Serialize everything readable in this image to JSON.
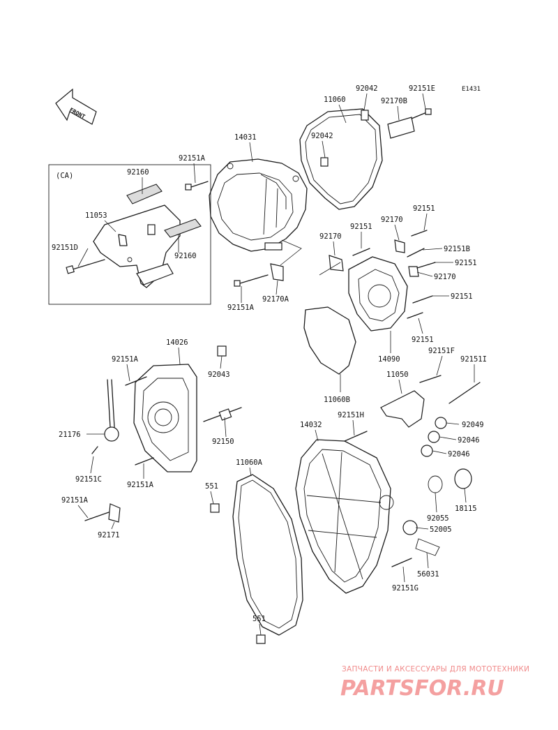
{
  "diagram": {
    "code": "E1431",
    "inset_label": "(CA)",
    "front_label": "FRONT",
    "labels": [
      {
        "id": "l1",
        "text": "11060"
      },
      {
        "id": "l2",
        "text": "92042"
      },
      {
        "id": "l3",
        "text": "92151E"
      },
      {
        "id": "l4",
        "text": "92170B"
      },
      {
        "id": "l5",
        "text": "92042"
      },
      {
        "id": "l6",
        "text": "14031"
      },
      {
        "id": "l7",
        "text": "92151A"
      },
      {
        "id": "l8",
        "text": "92160"
      },
      {
        "id": "l9",
        "text": "11053"
      },
      {
        "id": "l10",
        "text": "92151D"
      },
      {
        "id": "l11",
        "text": "92160"
      },
      {
        "id": "l12",
        "text": "92151A"
      },
      {
        "id": "l13",
        "text": "92170A"
      },
      {
        "id": "l14",
        "text": "92170"
      },
      {
        "id": "l15",
        "text": "92151"
      },
      {
        "id": "l16",
        "text": "92170"
      },
      {
        "id": "l17",
        "text": "92151"
      },
      {
        "id": "l18",
        "text": "92151B"
      },
      {
        "id": "l19",
        "text": "92151"
      },
      {
        "id": "l20",
        "text": "92170"
      },
      {
        "id": "l21",
        "text": "92151"
      },
      {
        "id": "l22",
        "text": "92151"
      },
      {
        "id": "l23",
        "text": "14090"
      },
      {
        "id": "l24",
        "text": "14026"
      },
      {
        "id": "l25",
        "text": "92151A"
      },
      {
        "id": "l26",
        "text": "92043"
      },
      {
        "id": "l27",
        "text": "92151F"
      },
      {
        "id": "l28",
        "text": "92151I"
      },
      {
        "id": "l29",
        "text": "11050"
      },
      {
        "id": "l30",
        "text": "11060B"
      },
      {
        "id": "l31",
        "text": "21176"
      },
      {
        "id": "l32",
        "text": "92150"
      },
      {
        "id": "l33",
        "text": "14032"
      },
      {
        "id": "l34",
        "text": "92151H"
      },
      {
        "id": "l35",
        "text": "92049"
      },
      {
        "id": "l36",
        "text": "92046"
      },
      {
        "id": "l37",
        "text": "92046"
      },
      {
        "id": "l38",
        "text": "92151C"
      },
      {
        "id": "l39",
        "text": "92151A"
      },
      {
        "id": "l40",
        "text": "11060A"
      },
      {
        "id": "l41",
        "text": "551"
      },
      {
        "id": "l42",
        "text": "18115"
      },
      {
        "id": "l43",
        "text": "92151A"
      },
      {
        "id": "l44",
        "text": "92055"
      },
      {
        "id": "l45",
        "text": "52005"
      },
      {
        "id": "l46",
        "text": "92171"
      },
      {
        "id": "l47",
        "text": "56031"
      },
      {
        "id": "l48",
        "text": "92151G"
      },
      {
        "id": "l49",
        "text": "551"
      }
    ]
  },
  "watermark": {
    "tagline": "ЗАПЧАСТИ И АКСЕССУАРЫ ДЛЯ МОТОТЕХНИКИ",
    "brand": "PARTSFOR.RU"
  },
  "colors": {
    "ink": "#1a1a1a",
    "watermark": "#f4a0a0",
    "background": "#ffffff"
  }
}
